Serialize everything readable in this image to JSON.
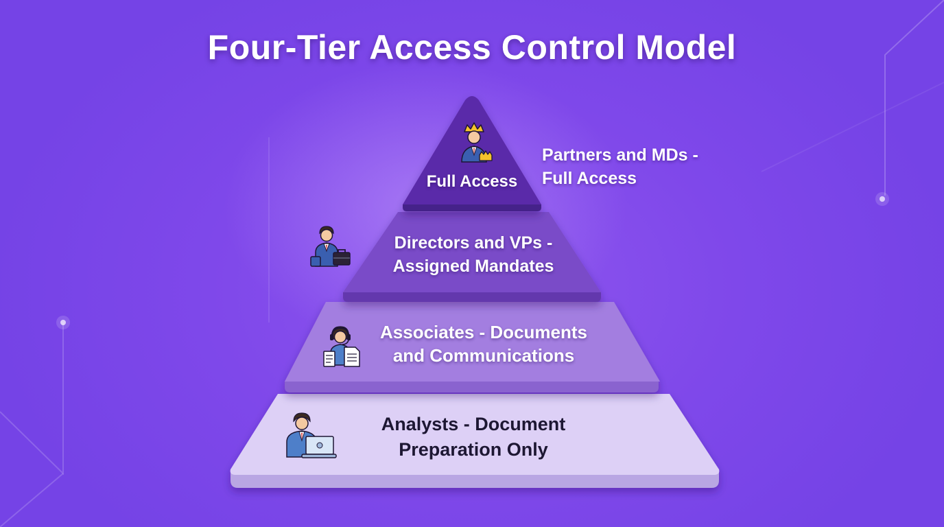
{
  "title": "Four-Tier Access Control Model",
  "tiers": [
    {
      "inner_label": "Full Access",
      "side_label_line1": "Partners and MDs -",
      "side_label_line2": "Full Access",
      "icon": "executive-crown-icon",
      "color": "#5a2ba9"
    },
    {
      "line1": "Directors and VPs -",
      "line2": "Assigned Mandates",
      "icon": "businessman-briefcase-icon",
      "color": "#7a4bc8"
    },
    {
      "line1": "Associates - Documents",
      "line2": "and Communications",
      "icon": "associate-headset-documents-icon",
      "color": "#a37ee0"
    },
    {
      "line1": "Analysts - Document",
      "line2": "Preparation Only",
      "icon": "analyst-laptop-icon",
      "color": "#ddd0f6"
    }
  ]
}
